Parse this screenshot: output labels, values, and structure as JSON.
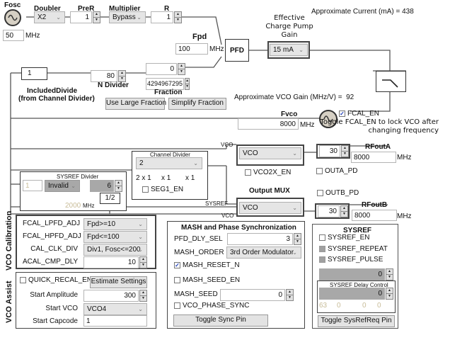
{
  "reference": {
    "fosc_label": "Fosc",
    "fosc_value": "50",
    "fosc_unit": "MHz",
    "doubler_label": "Doubler",
    "doubler_value": "X2",
    "prer_label": "PreR",
    "prer_value": "1",
    "multiplier_label": "Multiplier",
    "multiplier_value": "Bypass",
    "r_label": "R",
    "r_value": "1",
    "fpd_label": "Fpd",
    "fpd_value": "100",
    "fpd_unit": "MHz",
    "pfd_label": "PFD"
  },
  "charge_pump": {
    "label": "Effective Charge Pump Gain",
    "value": "15 mA",
    "current_label": "Approximate Current (mA) =",
    "current_value": "438"
  },
  "feedback": {
    "included_divide_value": "1",
    "included_divide_label_1": "IncludedDivide",
    "included_divide_label_2": "(from Channel Divider)",
    "n_divider_value": "80",
    "n_divider_label": "N Divider",
    "frac_num_value": "0",
    "frac_den_value": "4294967295",
    "fraction_label": "Fraction",
    "use_large_fraction_label": "Use Large Fraction",
    "simplify_fraction_label": "Simplify Fraction"
  },
  "vco": {
    "gain_label": "Approximate VCO Gain (MHz/V) =",
    "gain_value": "92",
    "fvco_label": "Fvco",
    "fvco_value": "8000",
    "fvco_unit": "MHz",
    "fcal_en_label": "FCAL_EN",
    "fcal_en_checked": true,
    "fcal_hint": "Toggle FCAL_EN to lock VCO after changing frequency"
  },
  "channel_divider": {
    "title": "Channel  Divider",
    "value": "2",
    "seg_a": "2 x 1",
    "seg_b": "x 1",
    "seg_c": "x 1",
    "seg1_en_label": "SEG1_EN",
    "seg1_en_checked": false
  },
  "sysref_divider": {
    "title": "SYSREF Divider",
    "input_value": "1",
    "prescaler_value": "Invalid",
    "div_value": "6",
    "half_label": "1/2",
    "freq_value": "2000",
    "freq_unit": "MHz"
  },
  "wire_labels": {
    "vco_top": "VCO",
    "sysref": "SYSREF",
    "vco_bottom": "VCO"
  },
  "output_mux": {
    "label": "Output MUX",
    "mux_a_value": "VCO",
    "vco2x_en_label": "VCO2X_EN",
    "vco2x_en_checked": false,
    "mux_b_value": "VCO"
  },
  "outputs": {
    "a_power": "30",
    "a_label": "RFoutA",
    "a_freq": "8000",
    "a_unit": "MHz",
    "outa_pd_label": "OUTA_PD",
    "outb_pd_label": "OUTB_PD",
    "b_power": "30",
    "b_label": "RFoutB",
    "b_freq": "8000",
    "b_unit": "MHz"
  },
  "vco_calibration": {
    "section_label": "VCO Calibration",
    "rows": [
      {
        "label": "FCAL_LPFD_ADJ",
        "value": "Fpd>=10"
      },
      {
        "label": "FCAL_HPFD_ADJ",
        "value": "Fpd<=100"
      },
      {
        "label": "CAL_CLK_DIV",
        "value": "Div1, Fosc<=200"
      }
    ],
    "acal_label": "ACAL_CMP_DLY",
    "acal_value": "10"
  },
  "vco_assist": {
    "section_label": "VCO Assist",
    "quick_recal_label": "QUICK_RECAL_EN",
    "estimate_label": "Estimate Settings",
    "start_amplitude_label": "Start Amplitude",
    "start_amplitude_value": "300",
    "start_vco_label": "Start VCO",
    "start_vco_value": "VCO4",
    "start_capcode_label": "Start Capcode",
    "start_capcode_value": "1"
  },
  "mash": {
    "title": "MASH and Phase Synchronization",
    "pfd_dly_label": "PFD_DLY_SEL",
    "pfd_dly_value": "3",
    "order_label": "MASH_ORDER",
    "order_value": "3rd Order Modulator",
    "reset_n_label": "MASH_RESET_N",
    "reset_n_checked": true,
    "seed_en_label": "MASH_SEED_EN",
    "seed_label": "MASH_SEED",
    "seed_value": "0",
    "phase_sync_label": "VCO_PHASE_SYNC",
    "toggle_sync_label": "Toggle Sync Pin"
  },
  "sysref": {
    "title": "SYSREF",
    "en_label": "SYSREF_EN",
    "repeat_label": "SYSREF_REPEAT",
    "pulse_label": "SYSREF_PULSE",
    "pulse_count": "0",
    "delay_title": "SYSREF Delay Control",
    "delay_value": "0",
    "delay_readouts": [
      "63",
      "0",
      "0",
      "0"
    ],
    "toggle_label": "Toggle SysRefReq Pin"
  }
}
